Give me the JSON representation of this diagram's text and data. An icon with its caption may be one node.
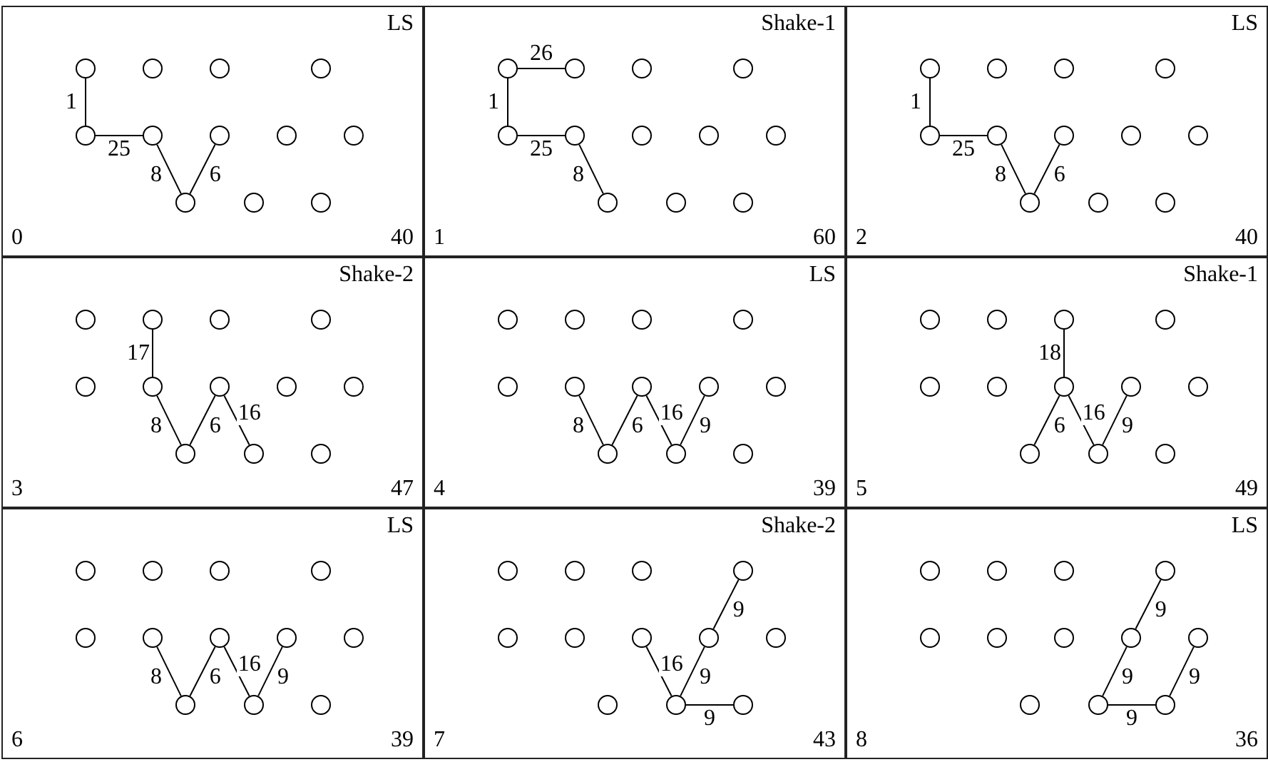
{
  "diagram": {
    "nodes": [
      {
        "text": [
          "LS",
          "0",
          "40"
        ]
      },
      {
        "text": [],
        "shape": "circle",
        "in": 0
      },
      {
        "text": [],
        "shape": "circle",
        "in": 0
      },
      {
        "text": [],
        "shape": "circle",
        "in": 0
      },
      {
        "text": [],
        "shape": "circle",
        "in": 0
      },
      {
        "text": [],
        "shape": "circle",
        "in": 0
      },
      {
        "text": [],
        "shape": "circle",
        "in": 0
      },
      {
        "text": [],
        "shape": "circle",
        "in": 0
      },
      {
        "text": [],
        "shape": "circle",
        "in": 0
      },
      {
        "text": [],
        "shape": "circle",
        "in": 0
      },
      {
        "text": [],
        "shape": "circle",
        "in": 0
      },
      {
        "text": [],
        "shape": "circle",
        "in": 0
      },
      {
        "text": [],
        "shape": "circle",
        "in": 0
      },
      {
        "text": [
          "Shake-1",
          "1",
          "60"
        ]
      },
      {
        "text": [],
        "shape": "circle",
        "in": 13
      },
      {
        "text": [],
        "shape": "circle",
        "in": 13
      },
      {
        "text": [],
        "shape": "circle",
        "in": 13
      },
      {
        "text": [],
        "shape": "circle",
        "in": 13
      },
      {
        "text": [],
        "shape": "circle",
        "in": 13
      },
      {
        "text": [],
        "shape": "circle",
        "in": 13
      },
      {
        "text": [],
        "shape": "circle",
        "in": 13
      },
      {
        "text": [],
        "shape": "circle",
        "in": 13
      },
      {
        "text": [],
        "shape": "circle",
        "in": 13
      },
      {
        "text": [],
        "shape": "circle",
        "in": 13
      },
      {
        "text": [],
        "shape": "circle",
        "in": 13
      },
      {
        "text": [],
        "shape": "circle",
        "in": 13
      },
      {
        "text": [
          "LS",
          "2",
          "40"
        ]
      },
      {
        "text": [],
        "shape": "circle",
        "in": 26
      },
      {
        "text": [],
        "shape": "circle",
        "in": 26
      },
      {
        "text": [],
        "shape": "circle",
        "in": 26
      },
      {
        "text": [],
        "shape": "circle",
        "in": 26
      },
      {
        "text": [],
        "shape": "circle",
        "in": 26
      },
      {
        "text": [],
        "shape": "circle",
        "in": 26
      },
      {
        "text": [],
        "shape": "circle",
        "in": 26
      },
      {
        "text": [],
        "shape": "circle",
        "in": 26
      },
      {
        "text": [],
        "shape": "circle",
        "in": 26
      },
      {
        "text": [],
        "shape": "circle",
        "in": 26
      },
      {
        "text": [],
        "shape": "circle",
        "in": 26
      },
      {
        "text": [],
        "shape": "circle",
        "in": 26
      },
      {
        "text": [
          "Shake-2",
          "3",
          "47"
        ]
      },
      {
        "text": [],
        "shape": "circle",
        "in": 39
      },
      {
        "text": [],
        "shape": "circle",
        "in": 39
      },
      {
        "text": [],
        "shape": "circle",
        "in": 39
      },
      {
        "text": [],
        "shape": "circle",
        "in": 39
      },
      {
        "text": [],
        "shape": "circle",
        "in": 39
      },
      {
        "text": [],
        "shape": "circle",
        "in": 39
      },
      {
        "text": [],
        "shape": "circle",
        "in": 39
      },
      {
        "text": [],
        "shape": "circle",
        "in": 39
      },
      {
        "text": [],
        "shape": "circle",
        "in": 39
      },
      {
        "text": [],
        "shape": "circle",
        "in": 39
      },
      {
        "text": [],
        "shape": "circle",
        "in": 39
      },
      {
        "text": [],
        "shape": "circle",
        "in": 39
      },
      {
        "text": [
          "LS",
          "4",
          "39"
        ]
      },
      {
        "text": [],
        "shape": "circle",
        "in": 52
      },
      {
        "text": [],
        "shape": "circle",
        "in": 52
      },
      {
        "text": [],
        "shape": "circle",
        "in": 52
      },
      {
        "text": [],
        "shape": "circle",
        "in": 52
      },
      {
        "text": [],
        "shape": "circle",
        "in": 52
      },
      {
        "text": [],
        "shape": "circle",
        "in": 52
      },
      {
        "text": [],
        "shape": "circle",
        "in": 52
      },
      {
        "text": [],
        "shape": "circle",
        "in": 52
      },
      {
        "text": [],
        "shape": "circle",
        "in": 52
      },
      {
        "text": [],
        "shape": "circle",
        "in": 52
      },
      {
        "text": [],
        "shape": "circle",
        "in": 52
      },
      {
        "text": [],
        "shape": "circle",
        "in": 52
      },
      {
        "text": [
          "Shake-1",
          "5",
          "49"
        ]
      },
      {
        "text": [],
        "shape": "circle",
        "in": 65
      },
      {
        "text": [],
        "shape": "circle",
        "in": 65
      },
      {
        "text": [],
        "shape": "circle",
        "in": 65
      },
      {
        "text": [],
        "shape": "circle",
        "in": 65
      },
      {
        "text": [],
        "shape": "circle",
        "in": 65
      },
      {
        "text": [],
        "shape": "circle",
        "in": 65
      },
      {
        "text": [],
        "shape": "circle",
        "in": 65
      },
      {
        "text": [],
        "shape": "circle",
        "in": 65
      },
      {
        "text": [],
        "shape": "circle",
        "in": 65
      },
      {
        "text": [],
        "shape": "circle",
        "in": 65
      },
      {
        "text": [],
        "shape": "circle",
        "in": 65
      },
      {
        "text": [],
        "shape": "circle",
        "in": 65
      },
      {
        "text": [
          "LS",
          "6",
          "39"
        ]
      },
      {
        "text": [],
        "shape": "circle",
        "in": 78
      },
      {
        "text": [],
        "shape": "circle",
        "in": 78
      },
      {
        "text": [],
        "shape": "circle",
        "in": 78
      },
      {
        "text": [],
        "shape": "circle",
        "in": 78
      },
      {
        "text": [],
        "shape": "circle",
        "in": 78
      },
      {
        "text": [],
        "shape": "circle",
        "in": 78
      },
      {
        "text": [],
        "shape": "circle",
        "in": 78
      },
      {
        "text": [],
        "shape": "circle",
        "in": 78
      },
      {
        "text": [],
        "shape": "circle",
        "in": 78
      },
      {
        "text": [],
        "shape": "circle",
        "in": 78
      },
      {
        "text": [],
        "shape": "circle",
        "in": 78
      },
      {
        "text": [],
        "shape": "circle",
        "in": 78
      },
      {
        "text": [
          "Shake-2",
          "7",
          "43"
        ]
      },
      {
        "text": [],
        "shape": "circle",
        "in": 91
      },
      {
        "text": [],
        "shape": "circle",
        "in": 91
      },
      {
        "text": [],
        "shape": "circle",
        "in": 91
      },
      {
        "text": [],
        "shape": "circle",
        "in": 91
      },
      {
        "text": [],
        "shape": "circle",
        "in": 91
      },
      {
        "text": [],
        "shape": "circle",
        "in": 91
      },
      {
        "text": [],
        "shape": "circle",
        "in": 91
      },
      {
        "text": [],
        "shape": "circle",
        "in": 91
      },
      {
        "text": [],
        "shape": "circle",
        "in": 91
      },
      {
        "text": [],
        "shape": "circle",
        "in": 91
      },
      {
        "text": [],
        "shape": "circle",
        "in": 91
      },
      {
        "text": [],
        "shape": "circle",
        "in": 91
      },
      {
        "text": [
          "LS",
          "8",
          "36"
        ]
      },
      {
        "text": [],
        "shape": "circle",
        "in": 104
      },
      {
        "text": [],
        "shape": "circle",
        "in": 104
      },
      {
        "text": [],
        "shape": "circle",
        "in": 104
      },
      {
        "text": [],
        "shape": "circle",
        "in": 104
      },
      {
        "text": [],
        "shape": "circle",
        "in": 104
      },
      {
        "text": [],
        "shape": "circle",
        "in": 104
      },
      {
        "text": [],
        "shape": "circle",
        "in": 104
      },
      {
        "text": [],
        "shape": "circle",
        "in": 104
      },
      {
        "text": [],
        "shape": "circle",
        "in": 104
      },
      {
        "text": [],
        "shape": "circle",
        "in": 104
      },
      {
        "text": [],
        "shape": "circle",
        "in": 104
      },
      {
        "text": [],
        "shape": "circle",
        "in": 104
      }
    ],
    "edges": [
      {
        "from": 1,
        "to": 5,
        "arrow": "none",
        "label": "1"
      },
      {
        "from": 5,
        "to": 6,
        "arrow": "none",
        "label": "25"
      },
      {
        "from": 6,
        "to": 10,
        "arrow": "none",
        "label": "8"
      },
      {
        "from": 7,
        "to": 10,
        "arrow": "none",
        "label": "6"
      },
      {
        "from": 14,
        "to": 15,
        "arrow": "none",
        "label": "26"
      },
      {
        "from": 14,
        "to": 18,
        "arrow": "none",
        "label": "1"
      },
      {
        "from": 18,
        "to": 19,
        "arrow": "none",
        "label": "25"
      },
      {
        "from": 19,
        "to": 23,
        "arrow": "none",
        "label": "8"
      },
      {
        "from": 27,
        "to": 31,
        "arrow": "none",
        "label": "1"
      },
      {
        "from": 31,
        "to": 32,
        "arrow": "none",
        "label": "25"
      },
      {
        "from": 32,
        "to": 36,
        "arrow": "none",
        "label": "8"
      },
      {
        "from": 33,
        "to": 36,
        "arrow": "none",
        "label": "6"
      },
      {
        "from": 41,
        "to": 45,
        "arrow": "none",
        "label": "17"
      },
      {
        "from": 45,
        "to": 49,
        "arrow": "none",
        "label": "8"
      },
      {
        "from": 46,
        "to": 49,
        "arrow": "none",
        "label": "6"
      },
      {
        "from": 46,
        "to": 50,
        "arrow": "none",
        "label": "16"
      },
      {
        "from": 58,
        "to": 62,
        "arrow": "none",
        "label": "8"
      },
      {
        "from": 59,
        "to": 62,
        "arrow": "none",
        "label": "6"
      },
      {
        "from": 59,
        "to": 63,
        "arrow": "none",
        "label": "16"
      },
      {
        "from": 60,
        "to": 63,
        "arrow": "none",
        "label": "9"
      },
      {
        "from": 68,
        "to": 72,
        "arrow": "none",
        "label": "18"
      },
      {
        "from": 72,
        "to": 75,
        "arrow": "none",
        "label": "6"
      },
      {
        "from": 72,
        "to": 76,
        "arrow": "none",
        "label": "16"
      },
      {
        "from": 73,
        "to": 76,
        "arrow": "none",
        "label": "9"
      },
      {
        "from": 84,
        "to": 88,
        "arrow": "none",
        "label": "8"
      },
      {
        "from": 85,
        "to": 88,
        "arrow": "none",
        "label": "6"
      },
      {
        "from": 85,
        "to": 89,
        "arrow": "none",
        "label": "16"
      },
      {
        "from": 86,
        "to": 89,
        "arrow": "none",
        "label": "9"
      },
      {
        "from": 95,
        "to": 99,
        "arrow": "none",
        "label": "9"
      },
      {
        "from": 98,
        "to": 102,
        "arrow": "none",
        "label": "16"
      },
      {
        "from": 99,
        "to": 102,
        "arrow": "none",
        "label": "9"
      },
      {
        "from": 102,
        "to": 103,
        "arrow": "none",
        "label": "9"
      },
      {
        "from": 108,
        "to": 112,
        "arrow": "none",
        "label": "9"
      },
      {
        "from": 112,
        "to": 115,
        "arrow": "none",
        "label": "9"
      },
      {
        "from": 115,
        "to": 116,
        "arrow": "none",
        "label": "9"
      },
      {
        "from": 113,
        "to": 116,
        "arrow": "none",
        "label": "9"
      }
    ]
  }
}
